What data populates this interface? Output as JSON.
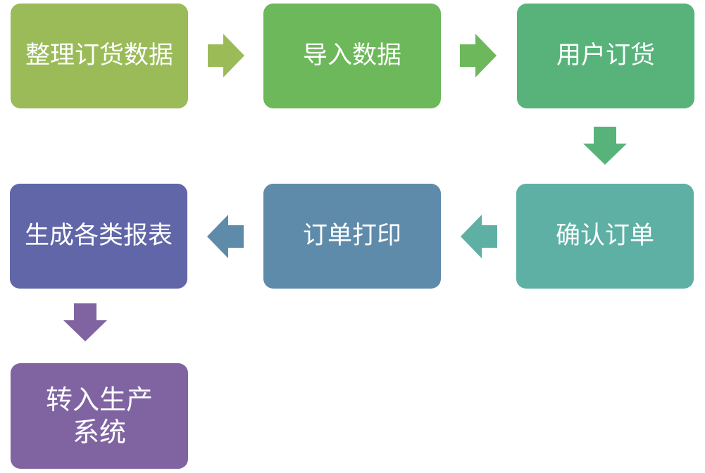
{
  "steps": [
    {
      "label": "整理订货数据",
      "color": "#9bbb59"
    },
    {
      "label": "导入数据",
      "color": "#6cb85a"
    },
    {
      "label": "用户订货",
      "color": "#58b37a"
    },
    {
      "label": "确认订单",
      "color": "#5eb0a4"
    },
    {
      "label": "订单打印",
      "color": "#5f8baa"
    },
    {
      "label": "生成各类报表",
      "color": "#6066a7"
    },
    {
      "label_line1": "转入生产",
      "label_line2": "系统",
      "color": "#8064a2"
    }
  ],
  "arrows": [
    {
      "from": "整理订货数据",
      "to": "导入数据",
      "direction": "right",
      "color": "#9bbb59"
    },
    {
      "from": "导入数据",
      "to": "用户订货",
      "direction": "right",
      "color": "#6cb85a"
    },
    {
      "from": "用户订货",
      "to": "确认订单",
      "direction": "down",
      "color": "#58b37a"
    },
    {
      "from": "确认订单",
      "to": "订单打印",
      "direction": "left",
      "color": "#5eb0a4"
    },
    {
      "from": "订单打印",
      "to": "生成各类报表",
      "direction": "left",
      "color": "#5f8baa"
    },
    {
      "from": "生成各类报表",
      "to": "转入生产系统",
      "direction": "down",
      "color": "#8064a2"
    }
  ]
}
